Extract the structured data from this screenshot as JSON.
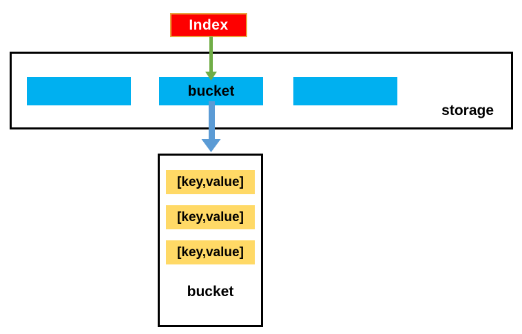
{
  "diagram": {
    "index_box": {
      "label": "Index"
    },
    "storage": {
      "label": "storage",
      "cells": [
        {
          "label": ""
        },
        {
          "label": "bucket"
        },
        {
          "label": ""
        }
      ]
    },
    "bucket_detail": {
      "entries": [
        "[key,value]",
        "[key,value]",
        "[key,value]"
      ],
      "label": "bucket"
    }
  },
  "colors": {
    "index_fill": "#FE0000",
    "index_border": "#E8A33C",
    "index_text": "#FFFFFF",
    "cell_fill": "#00B0F0",
    "entry_fill": "#FFD966",
    "arrow_green": "#70AD47",
    "arrow_blue": "#5B9BD5",
    "container_border": "#000000"
  }
}
